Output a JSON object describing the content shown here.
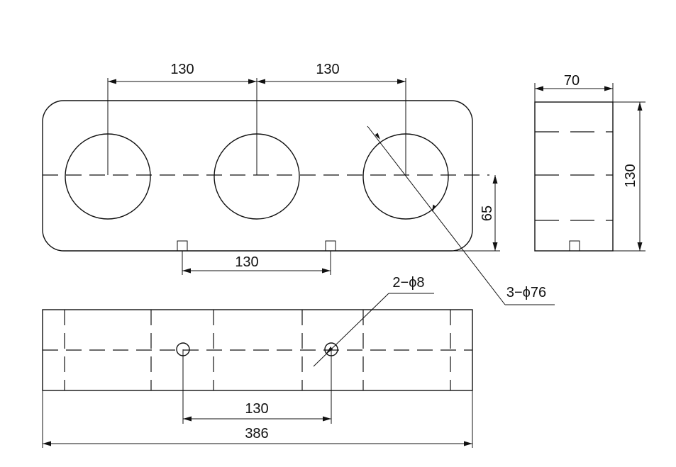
{
  "dimensions": {
    "top_spacing_left": "130",
    "top_spacing_right": "130",
    "mount_spacing_front": "130",
    "center_height": "65",
    "hole_callout": "3−ϕ76",
    "side_width": "70",
    "side_height": "130",
    "small_hole_callout": "2−ϕ8",
    "mount_spacing_bottom": "130",
    "overall_length": "386"
  }
}
